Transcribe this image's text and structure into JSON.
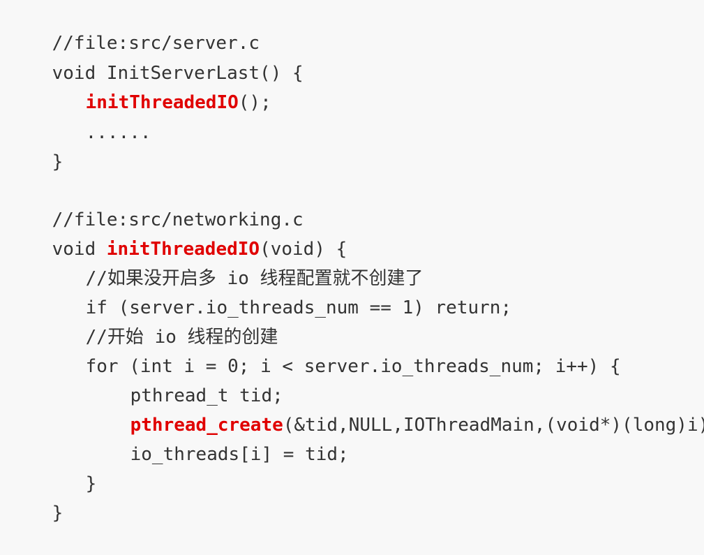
{
  "code": {
    "comment_server_file": "//file:src/server.c",
    "init_last_decl": "void InitServerLast() {",
    "call_init_func": "initThreadedIO",
    "call_init_rest": "();",
    "ellipsis": "......",
    "close_brace_1": "}",
    "comment_networking_file": "//file:src/networking.c",
    "def_void_keyword": "void ",
    "def_func_name": "initThreadedIO",
    "def_rest": "(void) {",
    "comment_no_threads": "//如果没开启多 io 线程配置就不创建了",
    "if_line": "if (server.io_threads_num == 1) return;",
    "comment_create": "//开始 io 线程的创建",
    "for_line": "for (int i = 0; i < server.io_threads_num; i++) {",
    "tid_decl": "pthread_t tid;",
    "create_func": "pthread_create",
    "create_args": "(&tid,NULL,IOThreadMain,(void*)(long)i)",
    "assign_line": "io_threads[i] = tid;",
    "close_for_brace": "}",
    "close_brace_2": "}"
  },
  "colors": {
    "background": "#f8f8f8",
    "text": "#333333",
    "highlight": "#e00000"
  }
}
